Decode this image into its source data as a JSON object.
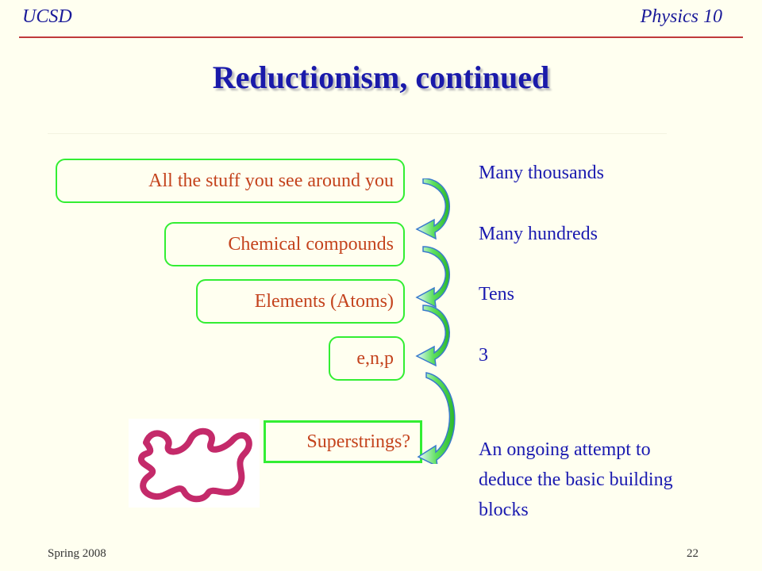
{
  "header": {
    "left": "UCSD",
    "right": "Physics 10"
  },
  "title": "Reductionism, continued",
  "levels": [
    {
      "label": "All the stuff you see around you",
      "count": "Many thousands"
    },
    {
      "label": "Chemical compounds",
      "count": "Many hundreds"
    },
    {
      "label": "Elements (Atoms)",
      "count": "Tens"
    },
    {
      "label": "e,n,p",
      "count": "3"
    },
    {
      "label": "Superstrings?",
      "count": ""
    }
  ],
  "note": [
    "An ongoing attempt to",
    "deduce the basic building",
    "blocks"
  ],
  "footer": {
    "left": "Spring 2008",
    "right": "22"
  },
  "colors": {
    "title": "#1a1aaa",
    "box_text": "#c4431d",
    "box_border": "#33ee33",
    "right_text": "#1a1ab0",
    "rule": "#c0393b",
    "string": "#c42a6a"
  }
}
